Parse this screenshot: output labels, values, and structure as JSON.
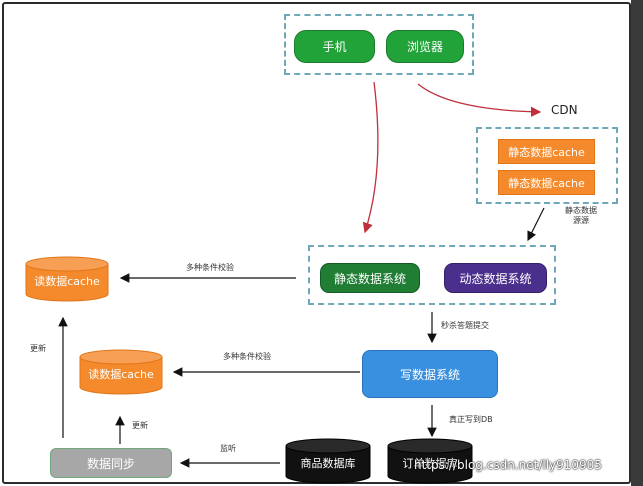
{
  "nodes": {
    "phone": "手机",
    "browser": "浏览器",
    "cdn": "CDN",
    "static_cache_1": "静态数据cache",
    "static_cache_2": "静态数据cache",
    "static_data_source": "静态数据\n源源",
    "static_system": "静态数据系统",
    "dynamic_system": "动态数据系统",
    "read_cache_top": "读数据cache",
    "read_cache_mid": "读数据cache",
    "write_system": "写数据系统",
    "data_sync": "数据同步",
    "product_db": "商品数据库",
    "order_db": "订单数据库"
  },
  "edge_labels": {
    "multi_check_top": "多种条件校验",
    "multi_check_mid": "多种条件校验",
    "seckill_submit": "秒杀答题提交",
    "write_db": "真正写到DB",
    "update_left": "更新",
    "update_mid": "更新",
    "listen": "监听"
  },
  "watermark": "https://blog.csdn.net/lly910905",
  "colors": {
    "green": "#22a33a",
    "dark_green": "#1f7d34",
    "purple": "#4b2f8c",
    "blue": "#3a90e0",
    "orange": "#f58a2c",
    "gray": "#a7a7a7",
    "dashed_border": "#6fa8b8",
    "red_arrow": "#c0303a"
  }
}
